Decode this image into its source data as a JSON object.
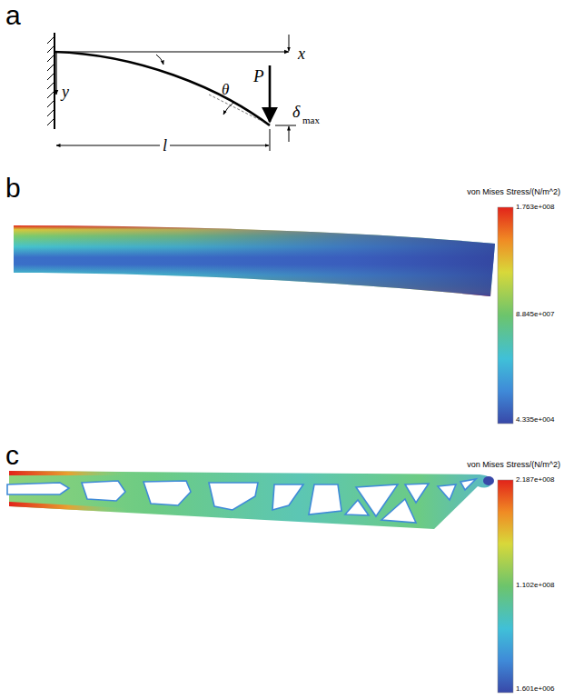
{
  "diagram": {
    "labels": [
      "a",
      "P",
      "x",
      "θ",
      "δ",
      "max",
      "y",
      "l",
      "b",
      "von Mises Stress/(N/m^2)",
      "1.763e+008",
      "8.845e+007",
      "4.335e+004",
      "c",
      "von Mises Stress/(N/m^2)",
      "2.187e+008",
      "1.102e+008",
      "1.601e+006"
    ]
  }
}
